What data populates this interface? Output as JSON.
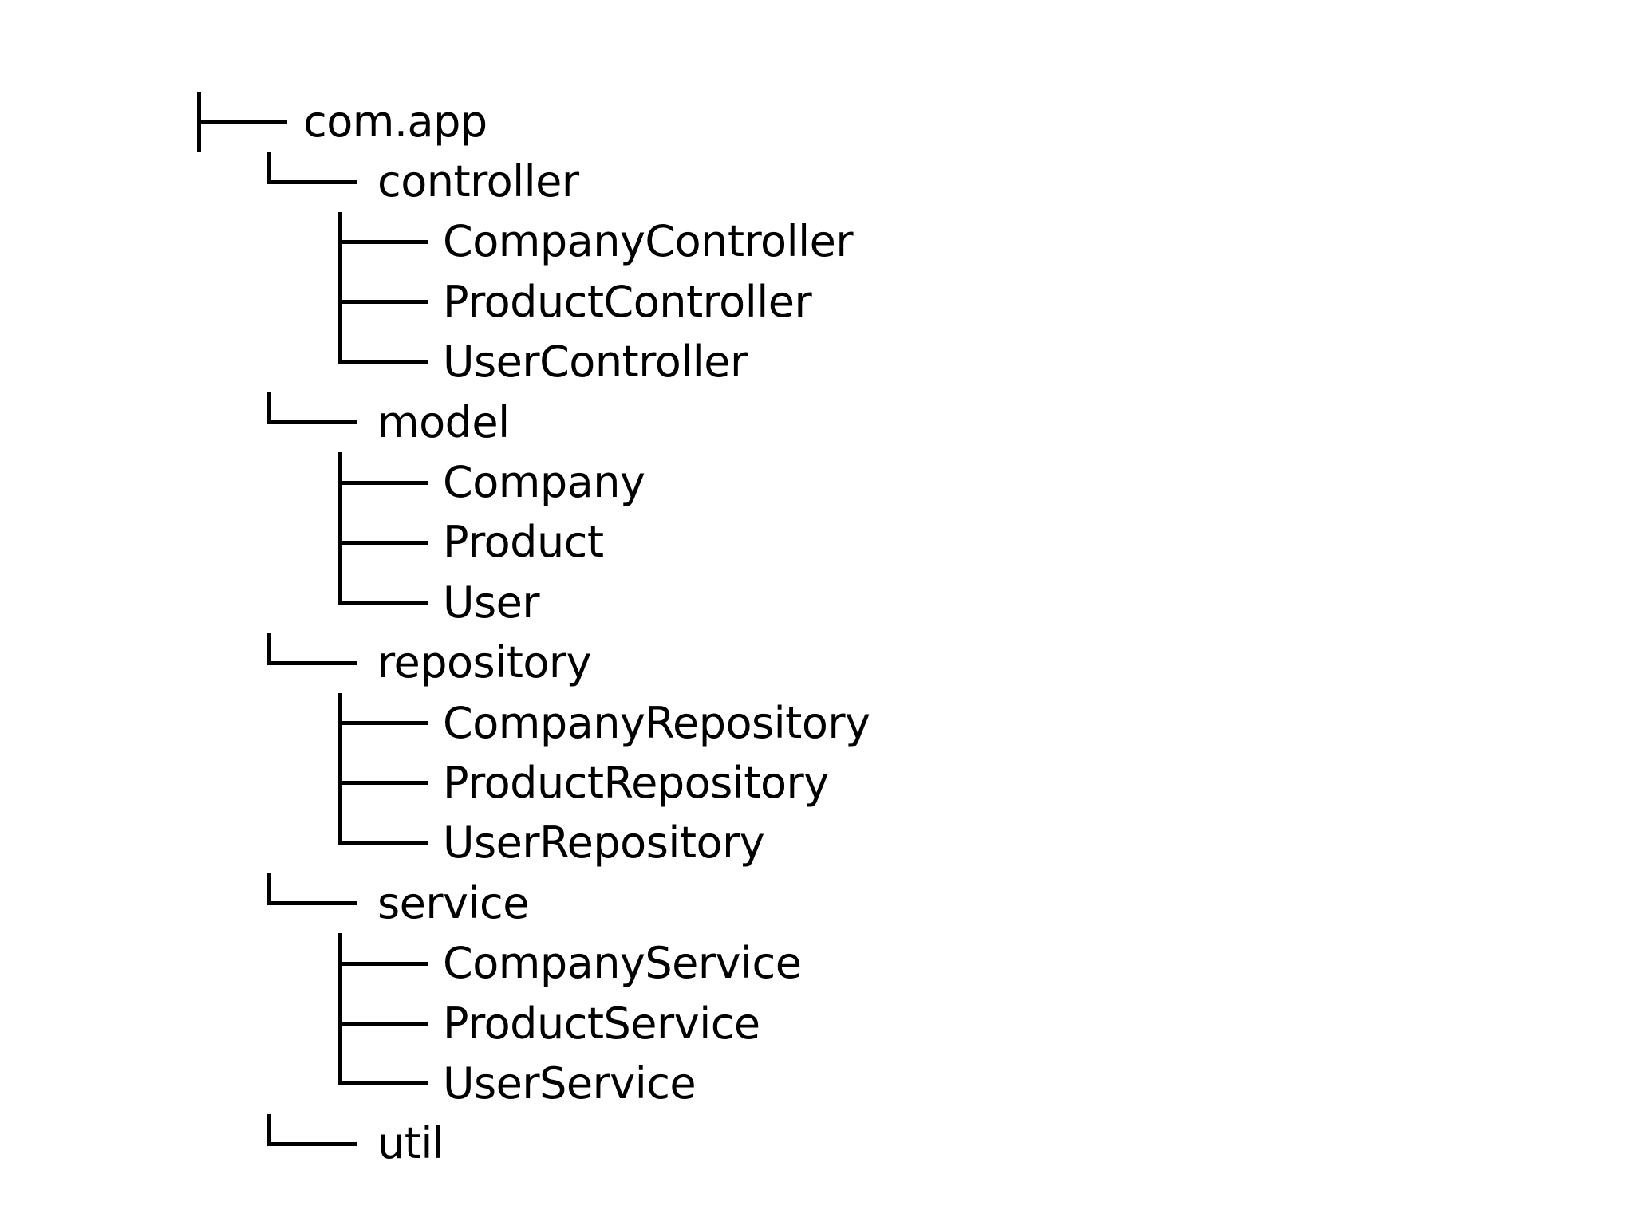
{
  "colors": {
    "background": "#ffffff",
    "line": "#000000",
    "text": "#000000"
  },
  "tree": {
    "rows": [
      {
        "label": "com.app",
        "level": 0,
        "connector": "tee"
      },
      {
        "label": "controller",
        "level": 1,
        "connector": "elbow"
      },
      {
        "label": "CompanyController",
        "level": 2,
        "connector": "tee"
      },
      {
        "label": "ProductController",
        "level": 2,
        "connector": "tee"
      },
      {
        "label": "UserController",
        "level": 2,
        "connector": "elbow"
      },
      {
        "label": "model",
        "level": 1,
        "connector": "elbow"
      },
      {
        "label": "Company",
        "level": 2,
        "connector": "tee"
      },
      {
        "label": "Product",
        "level": 2,
        "connector": "tee"
      },
      {
        "label": "User",
        "level": 2,
        "connector": "elbow"
      },
      {
        "label": "repository",
        "level": 1,
        "connector": "elbow"
      },
      {
        "label": "CompanyRepository",
        "level": 2,
        "connector": "tee"
      },
      {
        "label": "ProductRepository",
        "level": 2,
        "connector": "tee"
      },
      {
        "label": "UserRepository",
        "level": 2,
        "connector": "elbow"
      },
      {
        "label": "service",
        "level": 1,
        "connector": "elbow"
      },
      {
        "label": "CompanyService",
        "level": 2,
        "connector": "tee"
      },
      {
        "label": "ProductService",
        "level": 2,
        "connector": "tee"
      },
      {
        "label": "UserService",
        "level": 2,
        "connector": "elbow"
      },
      {
        "label": "util",
        "level": 1,
        "connector": "elbow"
      }
    ]
  }
}
